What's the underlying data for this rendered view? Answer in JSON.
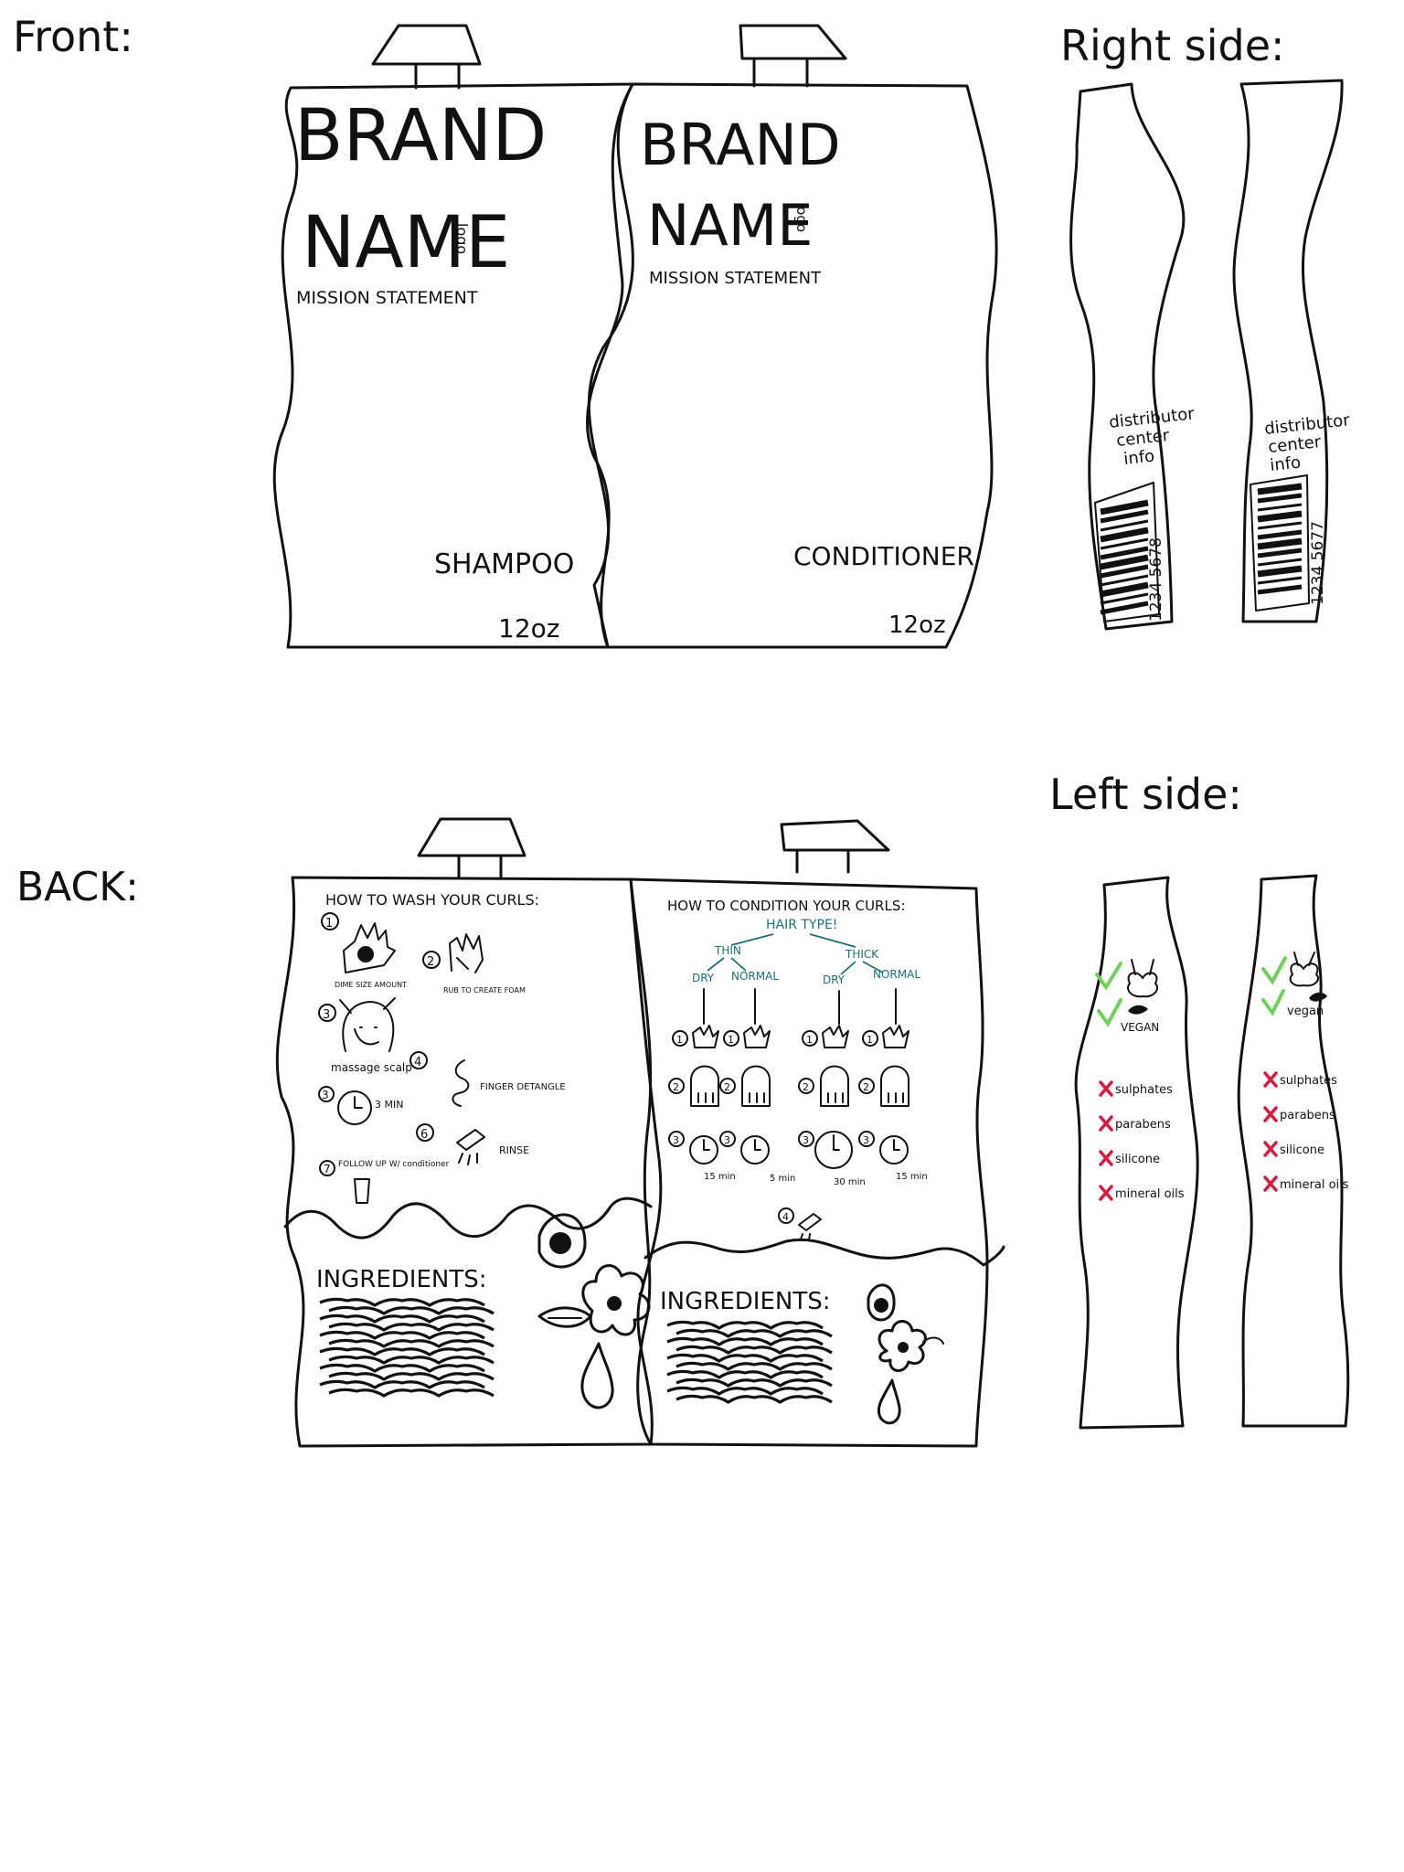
{
  "headings": {
    "front": "Front:",
    "right_side": "Right side:",
    "back": "BACK:",
    "left_side": "Left side:"
  },
  "front": {
    "shampoo": {
      "brand_line1": "BRAND",
      "brand_line2": "NAME",
      "logo": "logo",
      "mission": "MISSION STATEMENT",
      "product": "SHAMPOO",
      "size": "12oz"
    },
    "conditioner": {
      "brand_line1": "BRAND",
      "brand_line2": "NAME",
      "logo": "logo",
      "mission": "MISSION STATEMENT",
      "product": "CONDITIONER",
      "size": "12oz"
    }
  },
  "right_side": {
    "panels": [
      {
        "distributor_lines": [
          "distributor",
          "center",
          "info"
        ],
        "barcode_number": "1234 5678"
      },
      {
        "distributor_lines": [
          "distributor",
          "center",
          "info"
        ],
        "barcode_number": "1234 5677"
      }
    ]
  },
  "back": {
    "shampoo": {
      "title": "HOW TO WASH YOUR CURLS:",
      "steps": [
        {
          "num": "1",
          "label": "DIME SIZE AMOUNT"
        },
        {
          "num": "2",
          "label": "RUB TO CREATE FOAM"
        },
        {
          "num": "3",
          "label": "massage scalp"
        },
        {
          "num": "3",
          "label": "3 MIN"
        },
        {
          "num": "4",
          "label": "FINGER DETANGLE"
        },
        {
          "num": "6",
          "label": "RINSE"
        },
        {
          "num": "7",
          "label": "FOLLOW UP W/ conditioner"
        }
      ],
      "ingredients_title": "INGREDIENTS:"
    },
    "conditioner": {
      "title": "HOW TO CONDITION YOUR CURLS:",
      "hair_type": "HAIR TYPE!",
      "thin": "THIN",
      "thick": "THICK",
      "types": [
        "DRY",
        "NORMAL",
        "DRY",
        "NORMAL"
      ],
      "times": [
        "15 min",
        "5 min",
        "30 min",
        "15 min"
      ],
      "ingredients_title": "INGREDIENTS:"
    }
  },
  "left_side": {
    "panels": [
      {
        "vegan": "VEGAN",
        "free_from": [
          "sulphates",
          "parabens",
          "silicone",
          "mineral oils"
        ]
      },
      {
        "vegan": "vegan",
        "free_from": [
          "sulphates",
          "parabens",
          "silicone",
          "mineral oils"
        ]
      }
    ]
  },
  "colors": {
    "ink": "#111111",
    "teal": "#1e6f72",
    "check_green": "#6fd15a",
    "cross_red": "#d81b3c"
  }
}
